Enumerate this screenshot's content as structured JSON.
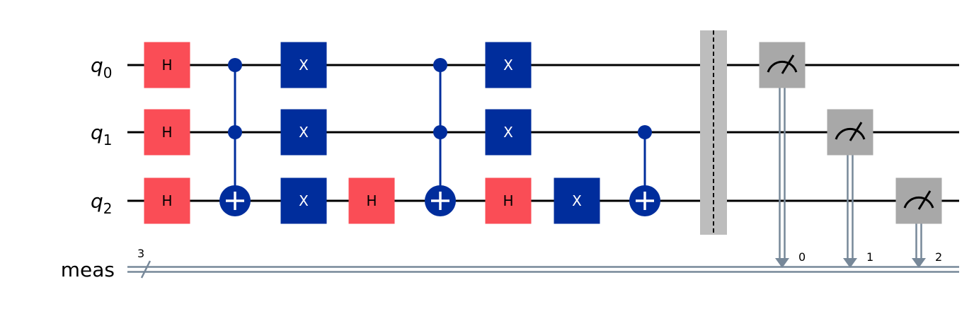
{
  "wires": [
    {
      "id": "q0",
      "base": "q",
      "sub": "0"
    },
    {
      "id": "q1",
      "base": "q",
      "sub": "1"
    },
    {
      "id": "q2",
      "base": "q",
      "sub": "2"
    }
  ],
  "classical_register": {
    "label": "meas",
    "size": "3"
  },
  "colors": {
    "h_gate": "#FA4D56",
    "x_gate": "#002D9C",
    "measure": "#A8A8A8",
    "classical": "#778899",
    "barrier": "#BDBDBD",
    "wire": "#000000"
  },
  "gates": [
    {
      "type": "H",
      "label": "H",
      "qubit": 0,
      "col": 0
    },
    {
      "type": "H",
      "label": "H",
      "qubit": 1,
      "col": 0
    },
    {
      "type": "H",
      "label": "H",
      "qubit": 2,
      "col": 0
    },
    {
      "type": "CCX",
      "controls": [
        0,
        1
      ],
      "target": 2,
      "col": 1
    },
    {
      "type": "X",
      "label": "X",
      "qubit": 0,
      "col": 2
    },
    {
      "type": "X",
      "label": "X",
      "qubit": 1,
      "col": 2
    },
    {
      "type": "X",
      "label": "X",
      "qubit": 2,
      "col": 2
    },
    {
      "type": "H",
      "label": "H",
      "qubit": 2,
      "col": 3
    },
    {
      "type": "CCX",
      "controls": [
        0,
        1
      ],
      "target": 2,
      "col": 4
    },
    {
      "type": "X",
      "label": "X",
      "qubit": 0,
      "col": 5
    },
    {
      "type": "X",
      "label": "X",
      "qubit": 1,
      "col": 5
    },
    {
      "type": "H",
      "label": "H",
      "qubit": 2,
      "col": 5
    },
    {
      "type": "X",
      "label": "X",
      "qubit": 2,
      "col": 6
    },
    {
      "type": "CX",
      "controls": [
        1
      ],
      "target": 2,
      "col": 7
    },
    {
      "type": "barrier",
      "col": 8
    },
    {
      "type": "measure",
      "qubit": 0,
      "bit": "0",
      "col": 9
    },
    {
      "type": "measure",
      "qubit": 1,
      "bit": "1",
      "col": 10
    },
    {
      "type": "measure",
      "qubit": 2,
      "bit": "2",
      "col": 11
    }
  ]
}
